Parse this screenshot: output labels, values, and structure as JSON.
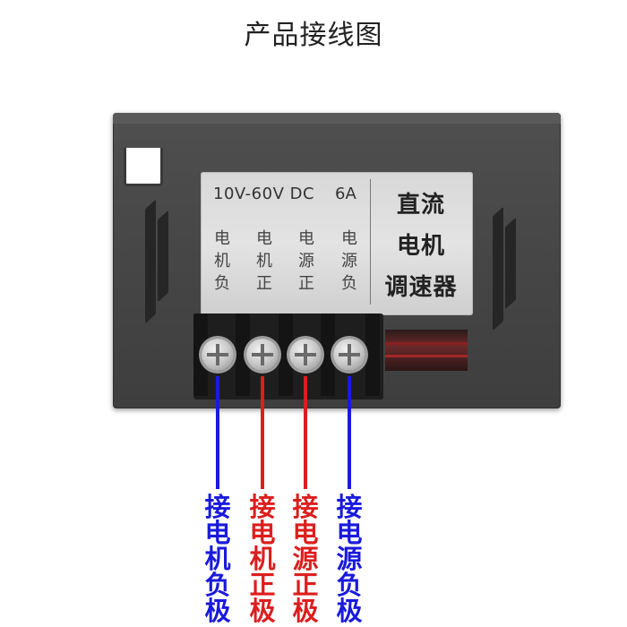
{
  "title": "产品接线图",
  "device": {
    "spec": "10V-60V DC",
    "current": "6A",
    "terminals": [
      [
        "电",
        "机",
        "负"
      ],
      [
        "电",
        "机",
        "正"
      ],
      [
        "电",
        "源",
        "正"
      ],
      [
        "电",
        "源",
        "负"
      ]
    ],
    "product_name": [
      "直流",
      "电机",
      "调速器"
    ]
  },
  "callouts": [
    {
      "chars": [
        "接",
        "电",
        "机",
        "负",
        "极"
      ],
      "color": "#1a1adc"
    },
    {
      "chars": [
        "接",
        "电",
        "机",
        "正",
        "极"
      ],
      "color": "#dc1e1e"
    },
    {
      "chars": [
        "接",
        "电",
        "源",
        "正",
        "极"
      ],
      "color": "#dc1e1e"
    },
    {
      "chars": [
        "接",
        "电",
        "源",
        "负",
        "极"
      ],
      "color": "#1a1adc"
    }
  ],
  "colors": {
    "device_body": "#474747",
    "label": "#dcdcdc",
    "blue": "#1a1adc",
    "red": "#dc1e1e"
  }
}
